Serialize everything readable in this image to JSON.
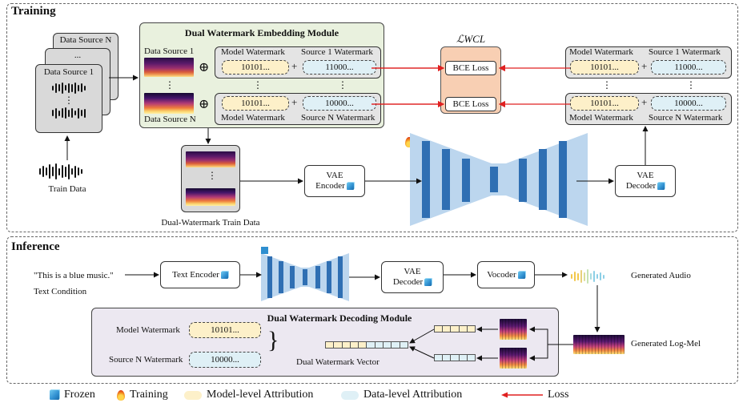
{
  "training": {
    "title": "Training",
    "data_source_n": "Data Source N",
    "ellipsis": "...",
    "data_source_1": "Data Source 1",
    "train_data": "Train Data",
    "embed_module_title": "Dual Watermark Embedding Module",
    "embed_ds1": "Data Source 1",
    "embed_dsn": "Data Source N",
    "model_watermark": "Model Watermark",
    "source1_watermark": "Source 1 Watermark",
    "sourcen_watermark": "Source N Watermark",
    "bits_model": "10101...",
    "bits_src1": "11000...",
    "bits_srcn": "10000...",
    "vdots": "⋮",
    "dual_train_data": "Dual-Watermark Train Data",
    "vae_encoder": "VAE\nEncoder",
    "vae_decoder": "VAE\nDecoder",
    "loss_label": "ℒWCL",
    "bce_loss": "BCE Loss"
  },
  "inference": {
    "title": "Inference",
    "prompt": "\"This is a blue music.\"",
    "text_condition": "Text Condition",
    "text_encoder": "Text Encoder",
    "vae_decoder": "VAE\nDecoder",
    "vocoder": "Vocoder",
    "generated_audio": "Generated Audio",
    "generated_logmel": "Generated Log-Mel",
    "decode_module_title": "Dual Watermark Decoding Module",
    "model_watermark": "Model Watermark",
    "source_n_watermark": "Source N Watermark",
    "bits_model": "10101...",
    "bits_src": "10000...",
    "vector_label": "Dual Watermark Vector"
  },
  "legend": {
    "frozen": "Frozen",
    "training": "Training",
    "model_attr": "Model-level Attribution",
    "data_attr": "Data-level Attribution",
    "loss": "Loss"
  },
  "colors": {
    "model_attr": "#fdf0c9",
    "data_attr": "#dff0f6",
    "loss_arrow": "#e02020",
    "unet_blue": "#2f6fb3",
    "unet_bg": "#bcd6ee",
    "embed_module_bg": "#e9f1de",
    "decode_module_bg": "#ece8f1",
    "loss_box_bg": "#f8cfb3"
  },
  "icons": [
    "frozen-cube-icon",
    "training-flame-icon",
    "waveform-icon",
    "spectrogram-icon"
  ]
}
